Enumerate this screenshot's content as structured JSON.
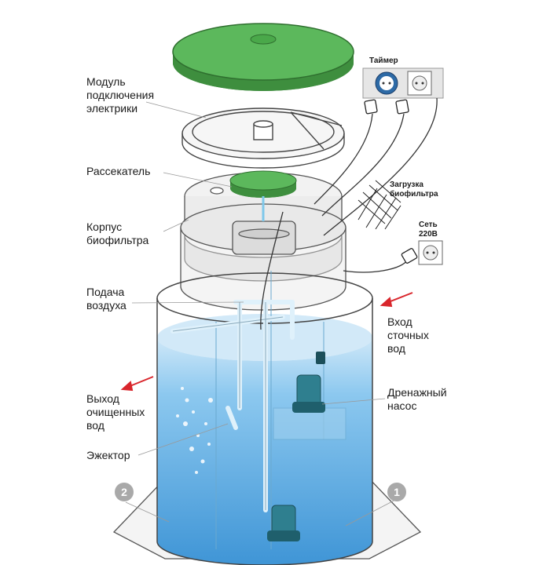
{
  "colors": {
    "lid": "#5cb85c",
    "lid_dark": "#3e8e3e",
    "water": "#5aaee6",
    "water_dark": "#3d8fd0",
    "pump": "#2f7f8f",
    "arrow": "#d9262c",
    "badge": "#a9a9a9",
    "outline": "#333333"
  },
  "labels": {
    "electric_module": "Модуль\nподключения\nэлектрики",
    "timer": "Таймер",
    "divider": "Рассекатель",
    "biofilter_loading": "Загрузка\nбиофильтра",
    "biofilter_body": "Корпус\nбиофильтра",
    "network": "Сеть\n220В",
    "air_supply": "Подача\nвоздуха",
    "inflow": "Вход\nсточных\nвод",
    "outflow": "Выход\nочищенных\nвод",
    "drain_pump": "Дренажный\nнасос",
    "ejector": "Эжектор"
  },
  "badges": {
    "left": "2",
    "right": "1"
  }
}
